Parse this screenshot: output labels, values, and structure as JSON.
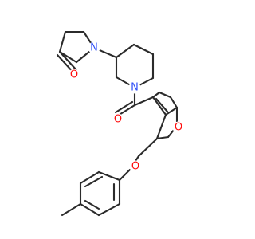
{
  "molecule": {
    "colors": {
      "bond": "#2b2b2b",
      "nitrogen": "#3050f8",
      "oxygen": "#ff0d0d",
      "background": "#ffffff"
    },
    "atoms": [
      {
        "id": "n-pyrrolidinone",
        "element": "nitrogen",
        "label": "N"
      },
      {
        "id": "o-lactam",
        "element": "oxygen",
        "label": "O"
      },
      {
        "id": "n-piperidine",
        "element": "nitrogen",
        "label": "N"
      },
      {
        "id": "o-amide",
        "element": "oxygen",
        "label": "O"
      },
      {
        "id": "o-furan",
        "element": "oxygen",
        "label": "O"
      },
      {
        "id": "o-ether",
        "element": "oxygen",
        "label": "O"
      }
    ]
  }
}
